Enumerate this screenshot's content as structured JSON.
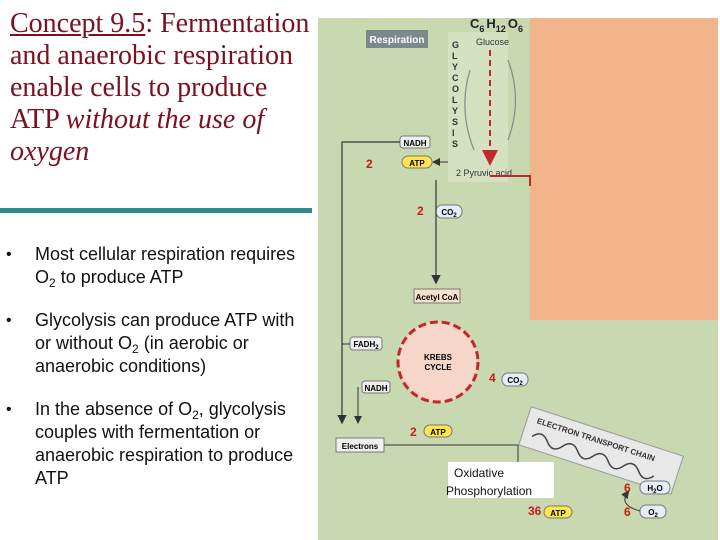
{
  "title": {
    "concept": "Concept 9.5",
    "colon": ":",
    "line1_rest": " Fermentation and anaerobic respiration enable cells to produce ATP ",
    "without": "without",
    "line_end": "the use of oxygen"
  },
  "bullets": [
    {
      "a": "Most cellular respiration requires O",
      "sub": "2",
      "b": " to produce ATP"
    },
    {
      "a": "Glycolysis can produce ATP with or without O",
      "sub": "2",
      "b": " (in aerobic or anaerobic conditions)"
    },
    {
      "a": "In the absence of O",
      "sub": "2",
      "b": ", glycolysis couples with fermentation or anaerobic respiration to produce ATP"
    }
  ],
  "bullet_symbol": "•",
  "diagram": {
    "formula": {
      "c": "C",
      "c_n": "6",
      "h": "H",
      "h_n": "12",
      "o": "O",
      "o_n": "6"
    },
    "respiration_tab": "Respiration",
    "glycolysis_letters": [
      "G",
      "L",
      "Y",
      "C",
      "O",
      "L",
      "Y",
      "S",
      "I",
      "S"
    ],
    "glucose": "Glucose",
    "nadh_top": "NADH",
    "atp_glycolysis_count": "2",
    "atp_label": "ATP",
    "pyruvic": "2 Pyruvic acid",
    "co2_count_1": "2",
    "co2_label": "CO",
    "co2_sub": "2",
    "acetyl": "Acetyl CoA",
    "fadh2": "FADH",
    "fadh2_sub": "2",
    "krebs_1": "KREBS",
    "krebs_2": "CYCLE",
    "co2_count_2": "4",
    "nadh_bottom": "NADH",
    "electrons": "Electrons",
    "atp_krebs_count": "2",
    "etc_label": "ELECTRON TRANSPORT CHAIN",
    "oxidative_1": "Oxidative",
    "oxidative_2": "Phosphorylation",
    "atp_etc_count": "36",
    "water_count": "6",
    "water_label": "H",
    "water_sub": "2",
    "water_o": "O",
    "oxygen_count": "6",
    "oxygen_label": "O",
    "oxygen_sub": "2"
  },
  "colors": {
    "title": "#7a1020",
    "teal_rule": "#2e8b8b",
    "panel_green": "#c8d8b0",
    "panel_orange": "#f2b48a",
    "arrow_red": "#c0282c",
    "count_red": "#cc1a1a"
  }
}
